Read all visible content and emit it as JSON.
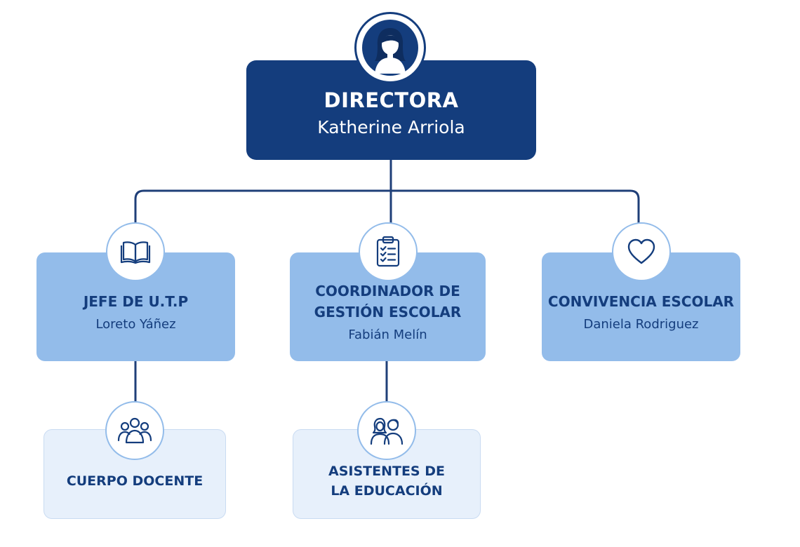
{
  "colors": {
    "navy": "#143d7d",
    "mid_blue": "#93bcea",
    "light_blue": "#e7f0fb",
    "connector": "#1f3f78"
  },
  "director": {
    "role": "DIRECTORA",
    "name": "Katherine Arriola",
    "icon": "woman-avatar-icon"
  },
  "utp": {
    "role": "JEFE DE U.T.P",
    "name": "Loreto Yáñez",
    "icon": "open-book-icon"
  },
  "coordinador": {
    "role": "COORDINADOR DE\nGESTIÓN ESCOLAR",
    "name": "Fabián Melín",
    "icon": "clipboard-checklist-icon"
  },
  "convivencia": {
    "role": "CONVIVENCIA ESCOLAR",
    "name": "Daniela Rodriguez",
    "icon": "heart-icon"
  },
  "docentes": {
    "role": "CUERPO DOCENTE",
    "icon": "group-people-icon"
  },
  "asistentes": {
    "role": "ASISTENTES DE\nLA EDUCACIÓN",
    "icon": "two-people-icon"
  }
}
